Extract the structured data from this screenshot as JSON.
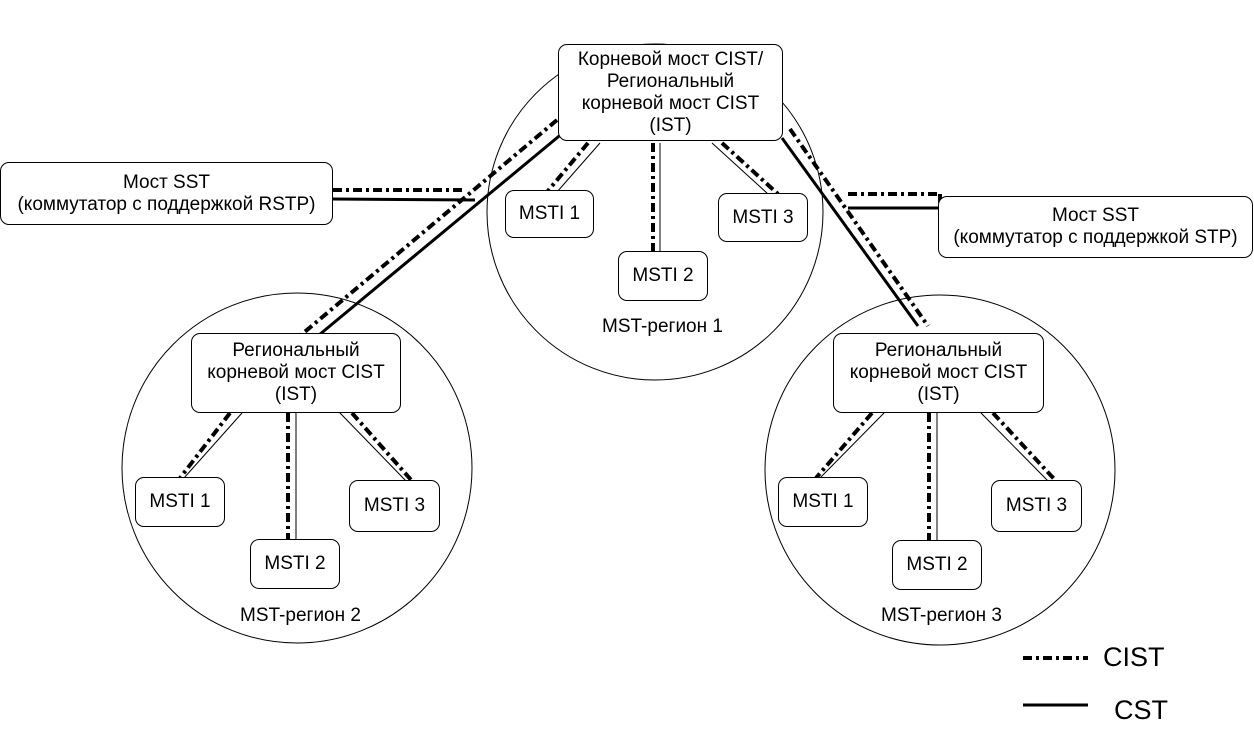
{
  "diagram": {
    "nodes": {
      "root_bridge": "Корневой мост CIST/\nРегиональный\nкорневой мост CIST\n(IST)",
      "sst_rstp": "Мост SST\n(коммутатор с поддержкой RSTP)",
      "sst_stp": "Мост SST\n(коммутатор с поддержкой STP)",
      "regional_bridge_2": "Региональный\nкорневой мост CIST\n(IST)",
      "regional_bridge_3": "Региональный\nкорневой мост CIST\n(IST)",
      "r1_msti1": "MSTI 1",
      "r1_msti2": "MSTI 2",
      "r1_msti3": "MSTI 3",
      "r2_msti1": "MSTI 1",
      "r2_msti2": "MSTI 2",
      "r2_msti3": "MSTI 3",
      "r3_msti1": "MSTI 1",
      "r3_msti2": "MSTI 2",
      "r3_msti3": "MSTI 3"
    },
    "regions": {
      "region1": "MST-регион 1",
      "region2": "MST-регион 2",
      "region3": "MST-регион 3"
    },
    "legend": {
      "cist": "CIST",
      "cst": "CST"
    }
  }
}
